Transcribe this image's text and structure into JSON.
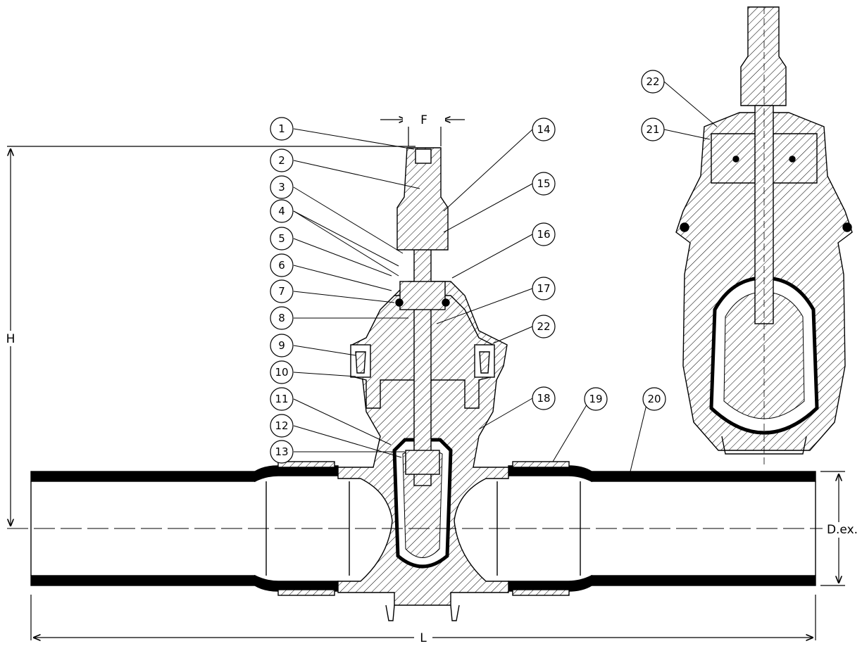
{
  "dimensions": {
    "F": "F",
    "H": "H",
    "L": "L",
    "D": "D.ex."
  },
  "callouts": [
    "1",
    "2",
    "3",
    "4",
    "5",
    "6",
    "7",
    "8",
    "9",
    "10",
    "11",
    "12",
    "13",
    "14",
    "15",
    "16",
    "17",
    "18",
    "19",
    "20",
    "21",
    "22"
  ],
  "colors": {
    "line": "#000000",
    "hatch": "#000000",
    "background": "#ffffff"
  }
}
